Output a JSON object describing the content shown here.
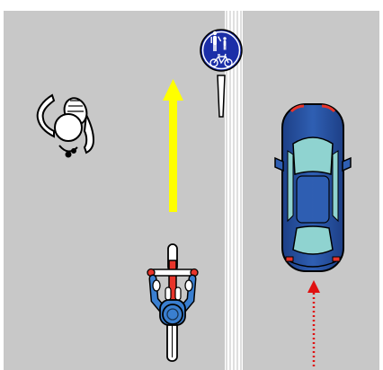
{
  "colors": {
    "road": "#c8c8c8",
    "frame": "#ffffff",
    "lane_line": "#ffffff",
    "lane_line_stroke": "#b0b0b0",
    "sign_blue": "#1c2fa8",
    "arrow_yellow": "#ffff00",
    "car_body": "#2f5fb3",
    "car_glass": "#8fd3d0",
    "bike_frame": "#e8342a",
    "rider_blue": "#3a7fd0",
    "dotted_arrow": "#e01010"
  },
  "elements": {
    "sign": {
      "type": "pedestrian-and-bicycle-shared-path-sign"
    },
    "car": {
      "type": "car-top-view",
      "heading": "up"
    },
    "cyclist": {
      "type": "cyclist-top-view",
      "heading": "up"
    },
    "pedestrian": {
      "type": "person-with-umbrella-top-view"
    },
    "yellow_arrow": {
      "direction": "up"
    },
    "car_arrow": {
      "style": "dotted",
      "direction": "up"
    }
  }
}
